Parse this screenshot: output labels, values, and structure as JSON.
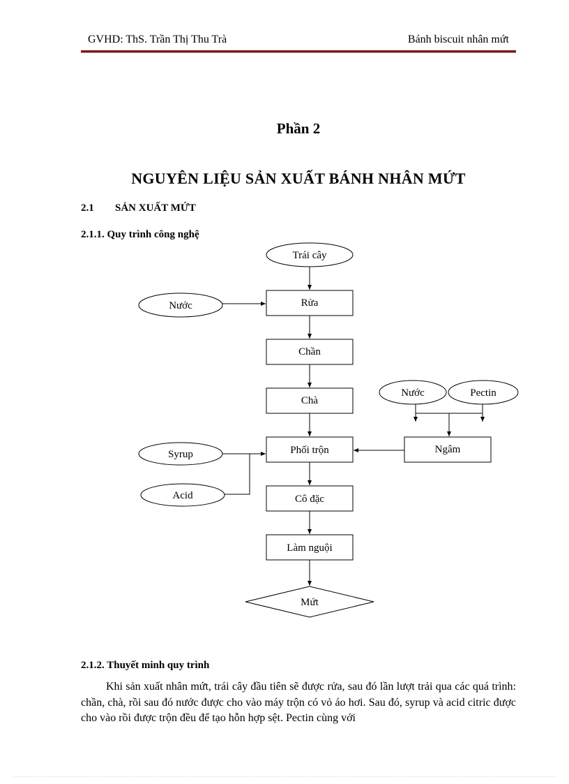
{
  "header": {
    "left": "GVHD:  ThS.  Trần  Thị  Thu  Trà",
    "right": "Bánh  biscuit nhân  mứt"
  },
  "part_heading": "Phần 2",
  "title": "NGUYÊN LIỆU SẢN XUẤT  BÁNH NHÂN MỨT",
  "section": {
    "number": "2.1",
    "title": "SẢN XUẤT  MỨT"
  },
  "subsection1": "2.1.1.  Quy trình công nghệ",
  "flowchart": {
    "fruit": "Trái  cây",
    "water_in": "Nước",
    "wash": "Rửa",
    "blanch": "Chần",
    "crush": "Chà",
    "water2": "Nước",
    "pectin": "Pectin",
    "soak": "Ngâm",
    "syrup": "Syrup",
    "acid": "Acid",
    "mix": "Phối trộn",
    "concentrate": "Cô đặc",
    "cool": "Làm nguội",
    "product": "Mứt"
  },
  "subsection2": "2.1.2.  Thuyết  minh quy trình",
  "paragraph": "Khi sản xuất nhân mứt, trái cây đầu tiên sẽ được rửa, sau đó lần lượt trải qua các quá trình: chần, chà, rồi sau đó nước được cho vào máy trộn có vỏ áo hơi. Sau đó, syrup và acid citric được cho vào rồi được trộn đều để tạo hỗn hợp sệt. Pectin cùng với"
}
